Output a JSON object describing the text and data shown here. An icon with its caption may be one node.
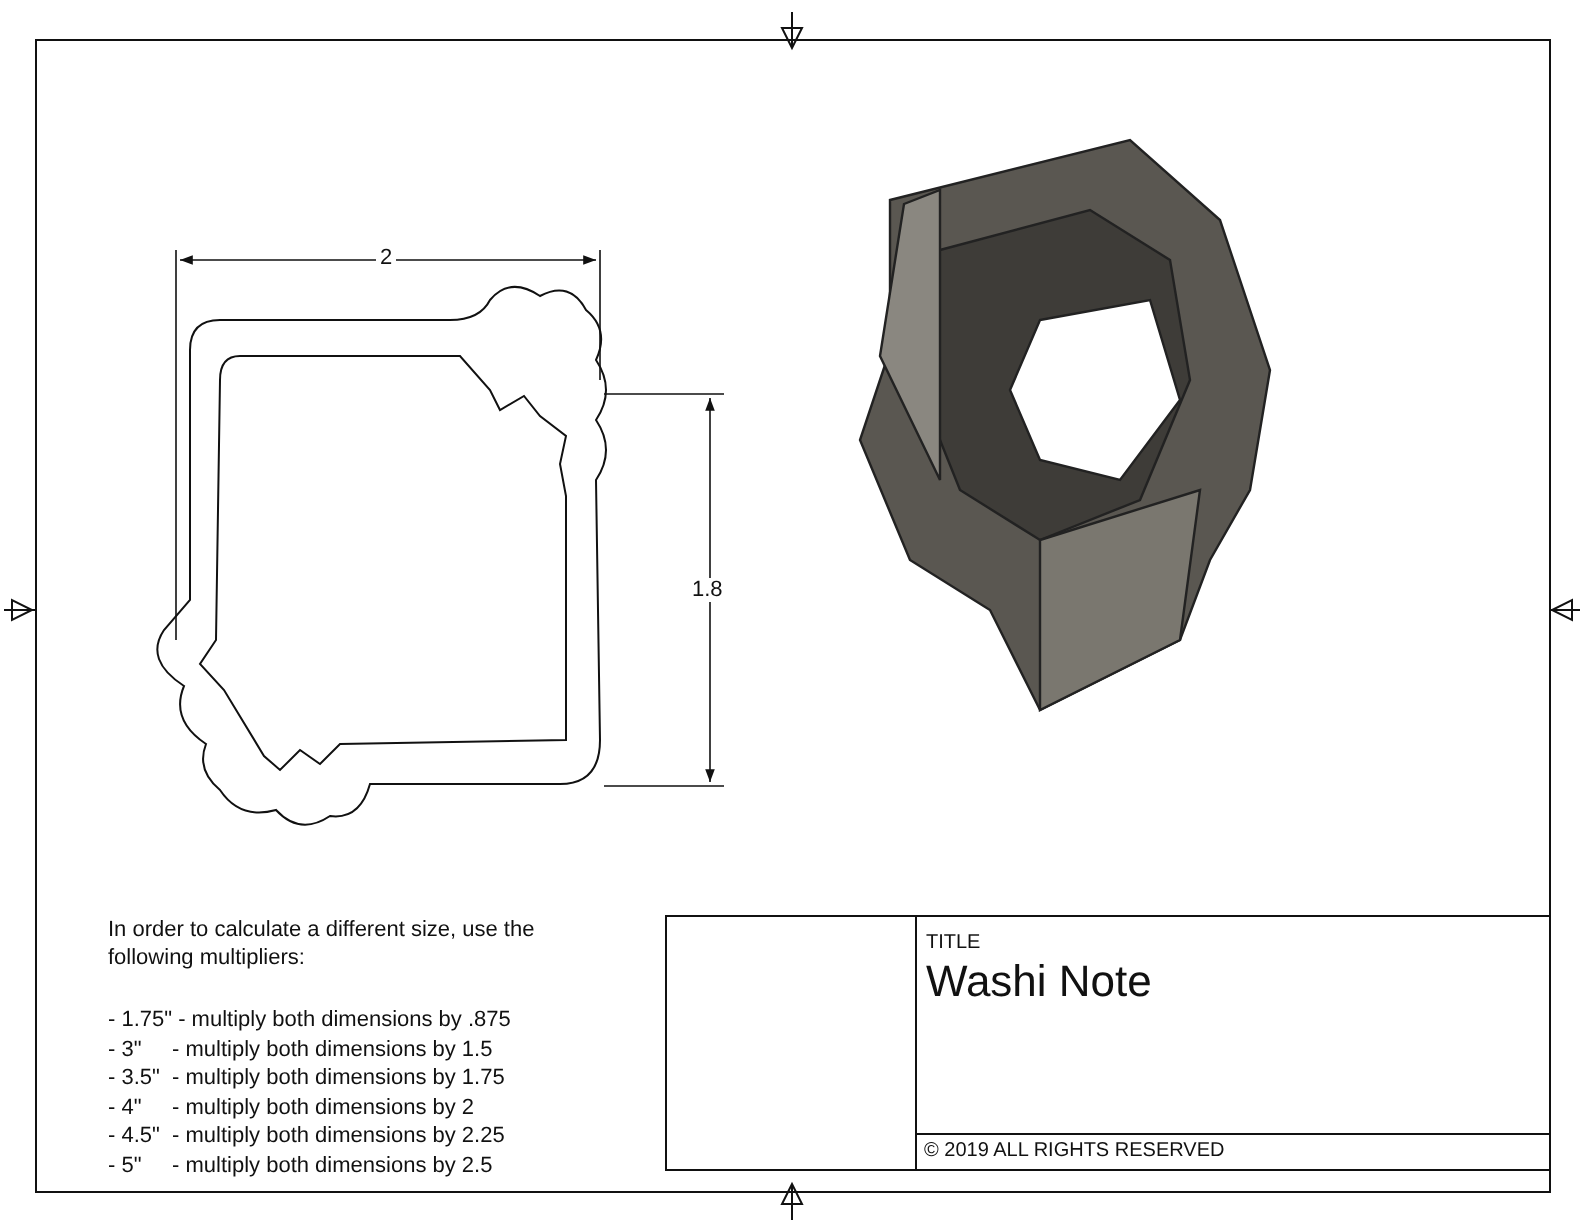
{
  "diagram": {
    "title": "Washi Note",
    "labels": [
      "2",
      "1.8",
      "In order to calculate a different size, use the following multipliers:",
      "- 1.75\" - multiply both dimensions by .875",
      "- 3\"     - multiply both dimensions by 1.5",
      "- 3.5\"  - multiply both dimensions by 1.75",
      "- 4\"     - multiply both dimensions by 2",
      "- 4.5\"  - multiply both dimensions by 2.25",
      "- 5\"     - multiply both dimensions by 2.5",
      "TITLE",
      "© 2019 ALL RIGHTS RESERVED"
    ]
  }
}
